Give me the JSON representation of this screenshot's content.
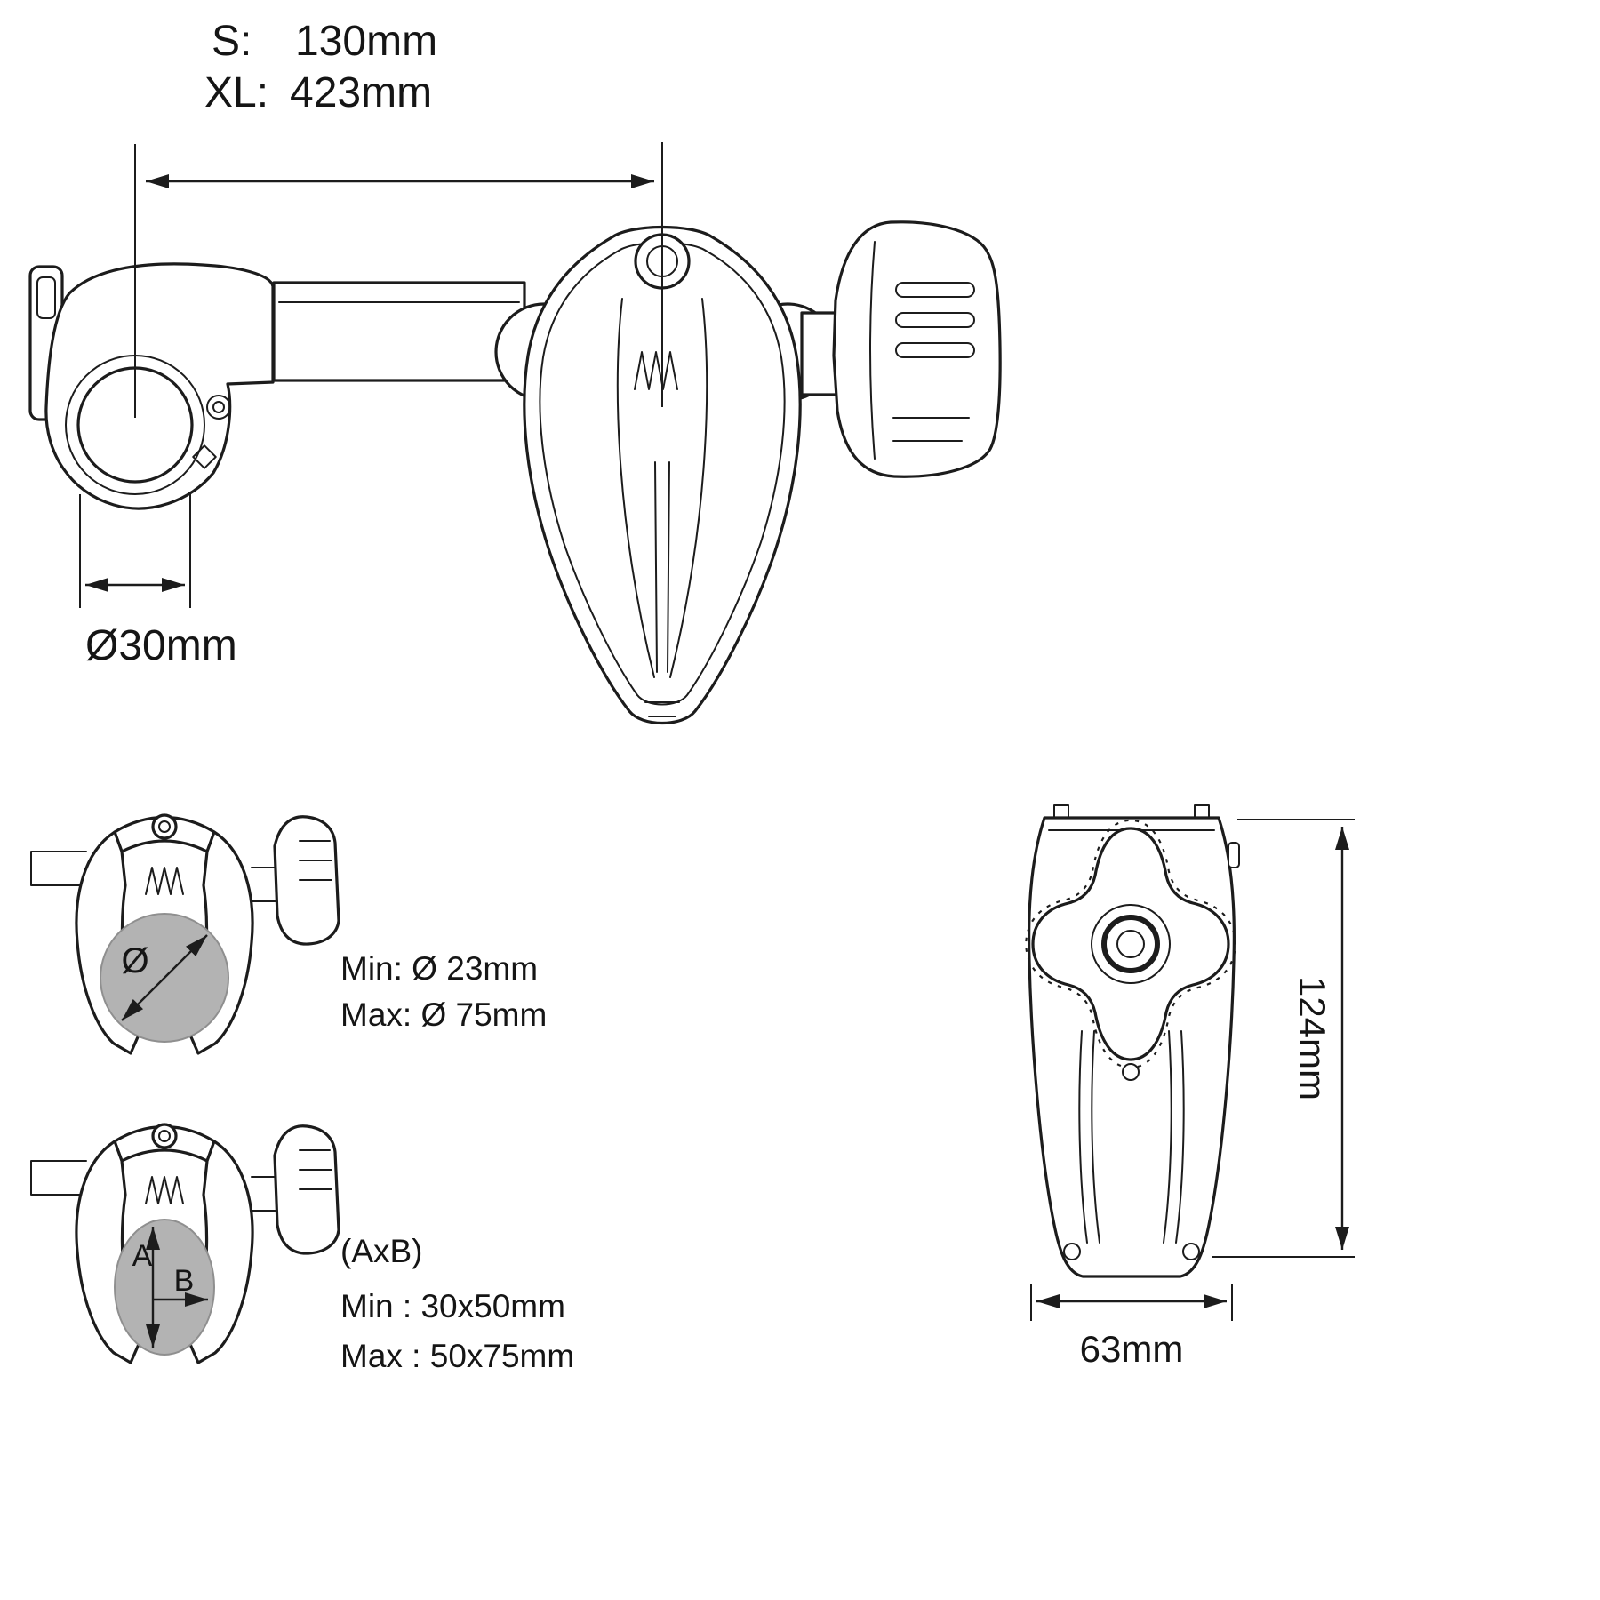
{
  "colors": {
    "line": "#1c1c1c",
    "object_fill": "#ffffff",
    "highlight_gray": "#b3b3b3"
  },
  "labels": {
    "size_s_label": "S:",
    "size_s_value": "130mm",
    "size_xl_label": "XL:",
    "size_xl_value": "423mm",
    "tube_diameter": "Ø30mm",
    "diameter_symbol": "Ø",
    "round_min": "Min: Ø 23mm",
    "round_max": "Max: Ø 75mm",
    "oval_a": "A",
    "oval_b": "B",
    "oval_title": "(AxB)",
    "oval_min": "Min : 30x50mm",
    "oval_max": "Max : 50x75mm",
    "front_height": "124mm",
    "front_width": "63mm"
  }
}
